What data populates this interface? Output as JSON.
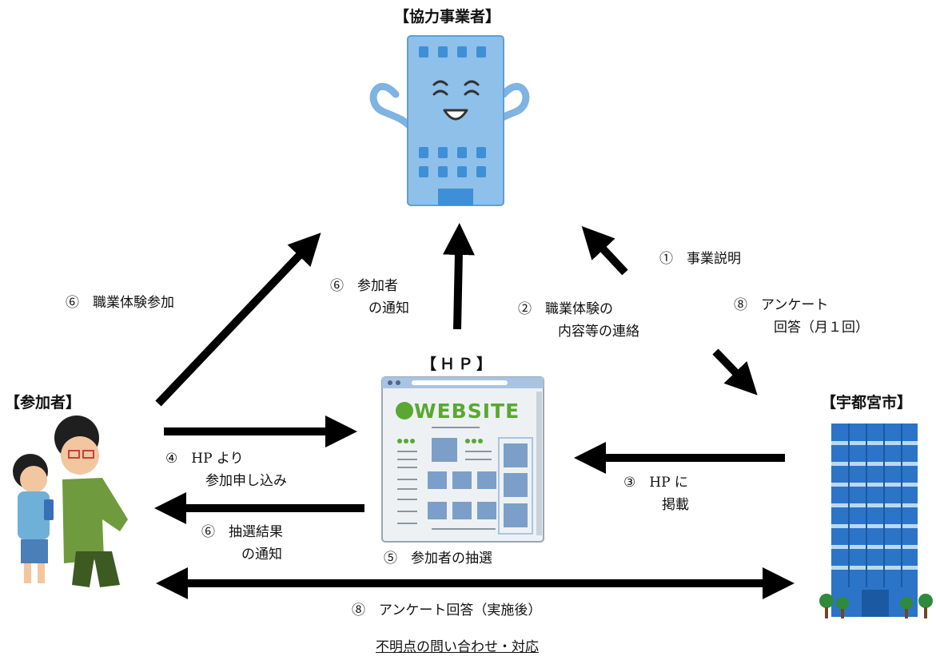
{
  "nodes": {
    "partner": "【協力事業者】",
    "hp": "【ＨＰ】",
    "participant": "【参加者】",
    "city": "【宇都宮市】"
  },
  "website_logo_text": "WEBSITE",
  "edges": {
    "participate": "⑥　職業体験参加",
    "notify_partner_1": "⑥　参加者",
    "notify_partner_2": "の通知",
    "contact_1": "②　職業体験の",
    "contact_2": "内容等の連絡",
    "explain": "①　事業説明",
    "survey_monthly_1": "⑧　アンケート",
    "survey_monthly_2": "回答（月１回）",
    "apply_1": "④　HP より",
    "apply_2": "参加申し込み",
    "lottery_result_1": "⑥　抽選結果",
    "lottery_result_2": "の通知",
    "post_1": "③　HP に",
    "post_2": "掲載",
    "lottery": "⑤　参加者の抽選",
    "survey_after": "⑧　アンケート回答（実施後）",
    "inquiry": "不明点の問い合わせ・対応"
  },
  "colors": {
    "arrow": "#000000",
    "partner_building": "#7fb3e3",
    "city_building": "#2b74c7",
    "website_logo": "#5aa832"
  }
}
